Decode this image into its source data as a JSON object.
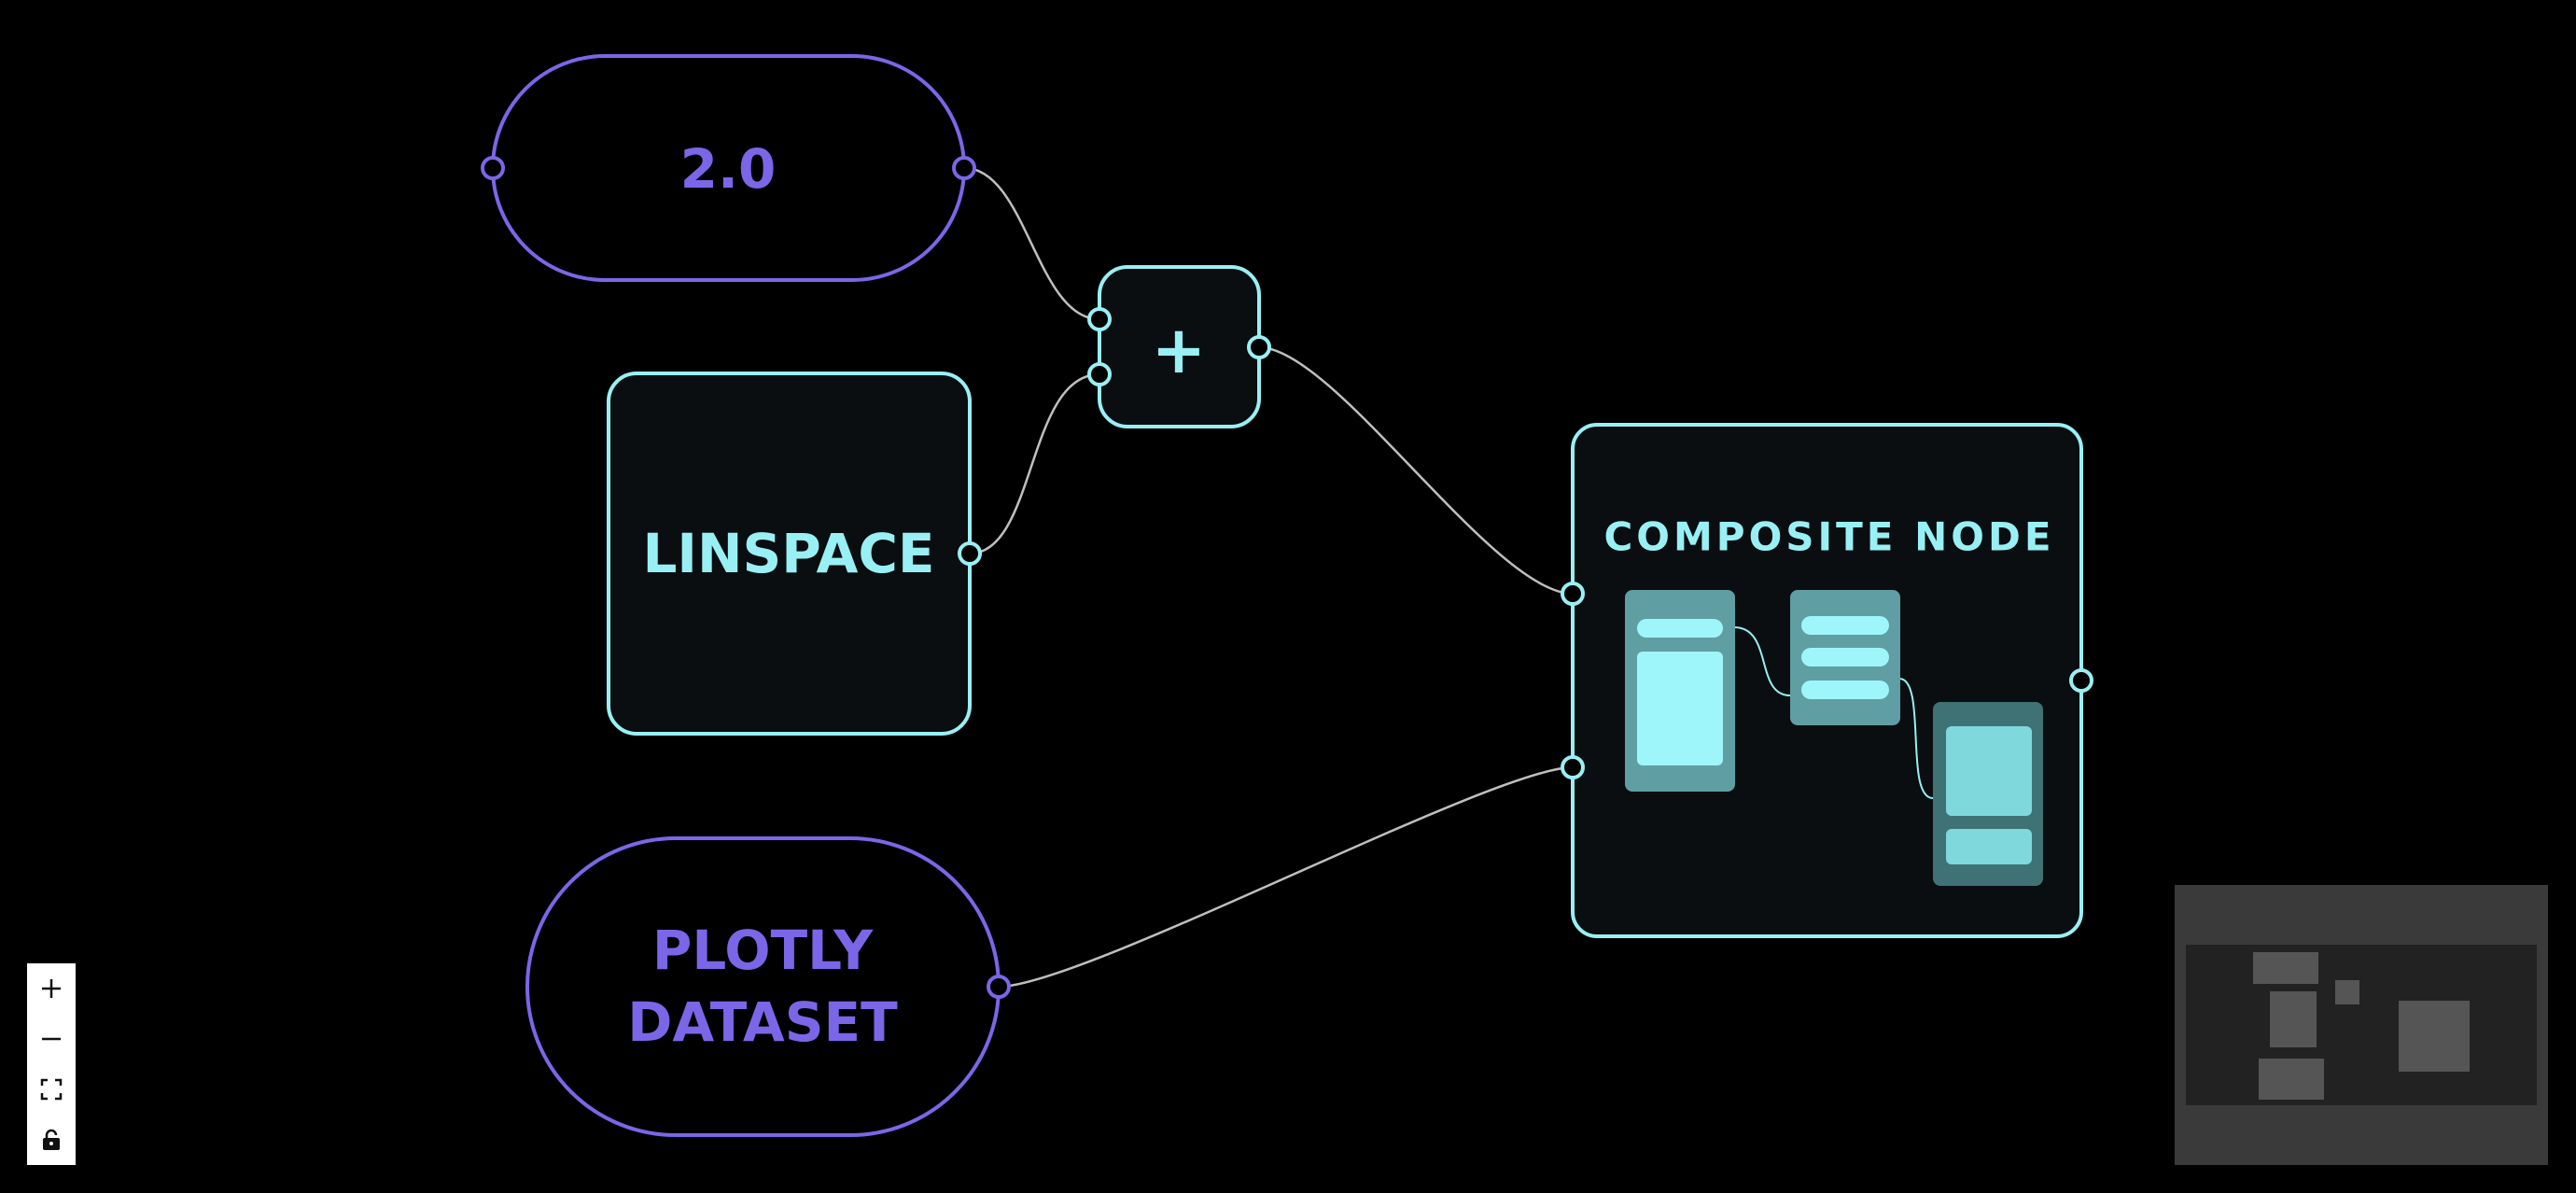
{
  "colors": {
    "background": "#000000",
    "data_node": "#7b66e8",
    "op_node": "#98f0f4",
    "op_node_fill": "#0a0e10",
    "edge": "#bfbfbf"
  },
  "nodes": {
    "scalar": {
      "label": "2.0"
    },
    "plus": {
      "label": "+"
    },
    "linspace": {
      "label": "LINSPACE"
    },
    "dataset": {
      "label_line1": "PLOTLY",
      "label_line2": "DATASET"
    },
    "composite": {
      "label": "COMPOSITE NODE"
    }
  },
  "controls": {
    "zoom_in_icon": "plus-icon",
    "zoom_out_icon": "minus-icon",
    "fit_view_icon": "fit-view-icon",
    "lock_icon": "lock-icon"
  },
  "minimap": {
    "visible": true
  }
}
